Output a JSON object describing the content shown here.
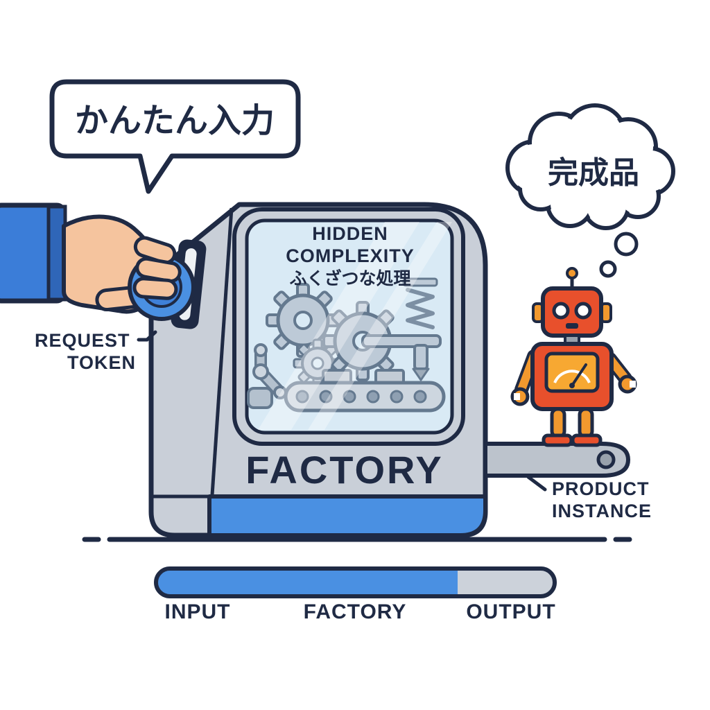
{
  "scene": {
    "description": "Factory pattern cartoon diagram: hand inserts token, factory hides complexity, robot product comes out"
  },
  "speech_bubble": {
    "text": "かんたん入力"
  },
  "thought_bubble": {
    "text": "完成品"
  },
  "machine": {
    "window_title_line1": "HIDDEN",
    "window_title_line2": "COMPLEXITY",
    "window_subtitle_jp": "ふくざつな処理",
    "name_label": "FACTORY"
  },
  "callouts": {
    "request_token": {
      "line1": "REQUEST",
      "line2": "TOKEN"
    },
    "product_instance": {
      "line1": "PRODUCT",
      "line2": "INSTANCE"
    }
  },
  "flow_bar": {
    "progress_fraction": 0.76,
    "stages": [
      {
        "label": "INPUT"
      },
      {
        "label": "FACTORY"
      },
      {
        "label": "OUTPUT"
      }
    ]
  },
  "colors": {
    "outline": "#1f2a44",
    "accent_blue": "#4a90e2",
    "sleeve_blue": "#3b7dd8",
    "machine_gray": "#c9cfd8",
    "glass_blue": "#d9eaf5",
    "robot_red": "#e8502c",
    "robot_orange": "#f2992e",
    "skin": "#f5c49e"
  }
}
